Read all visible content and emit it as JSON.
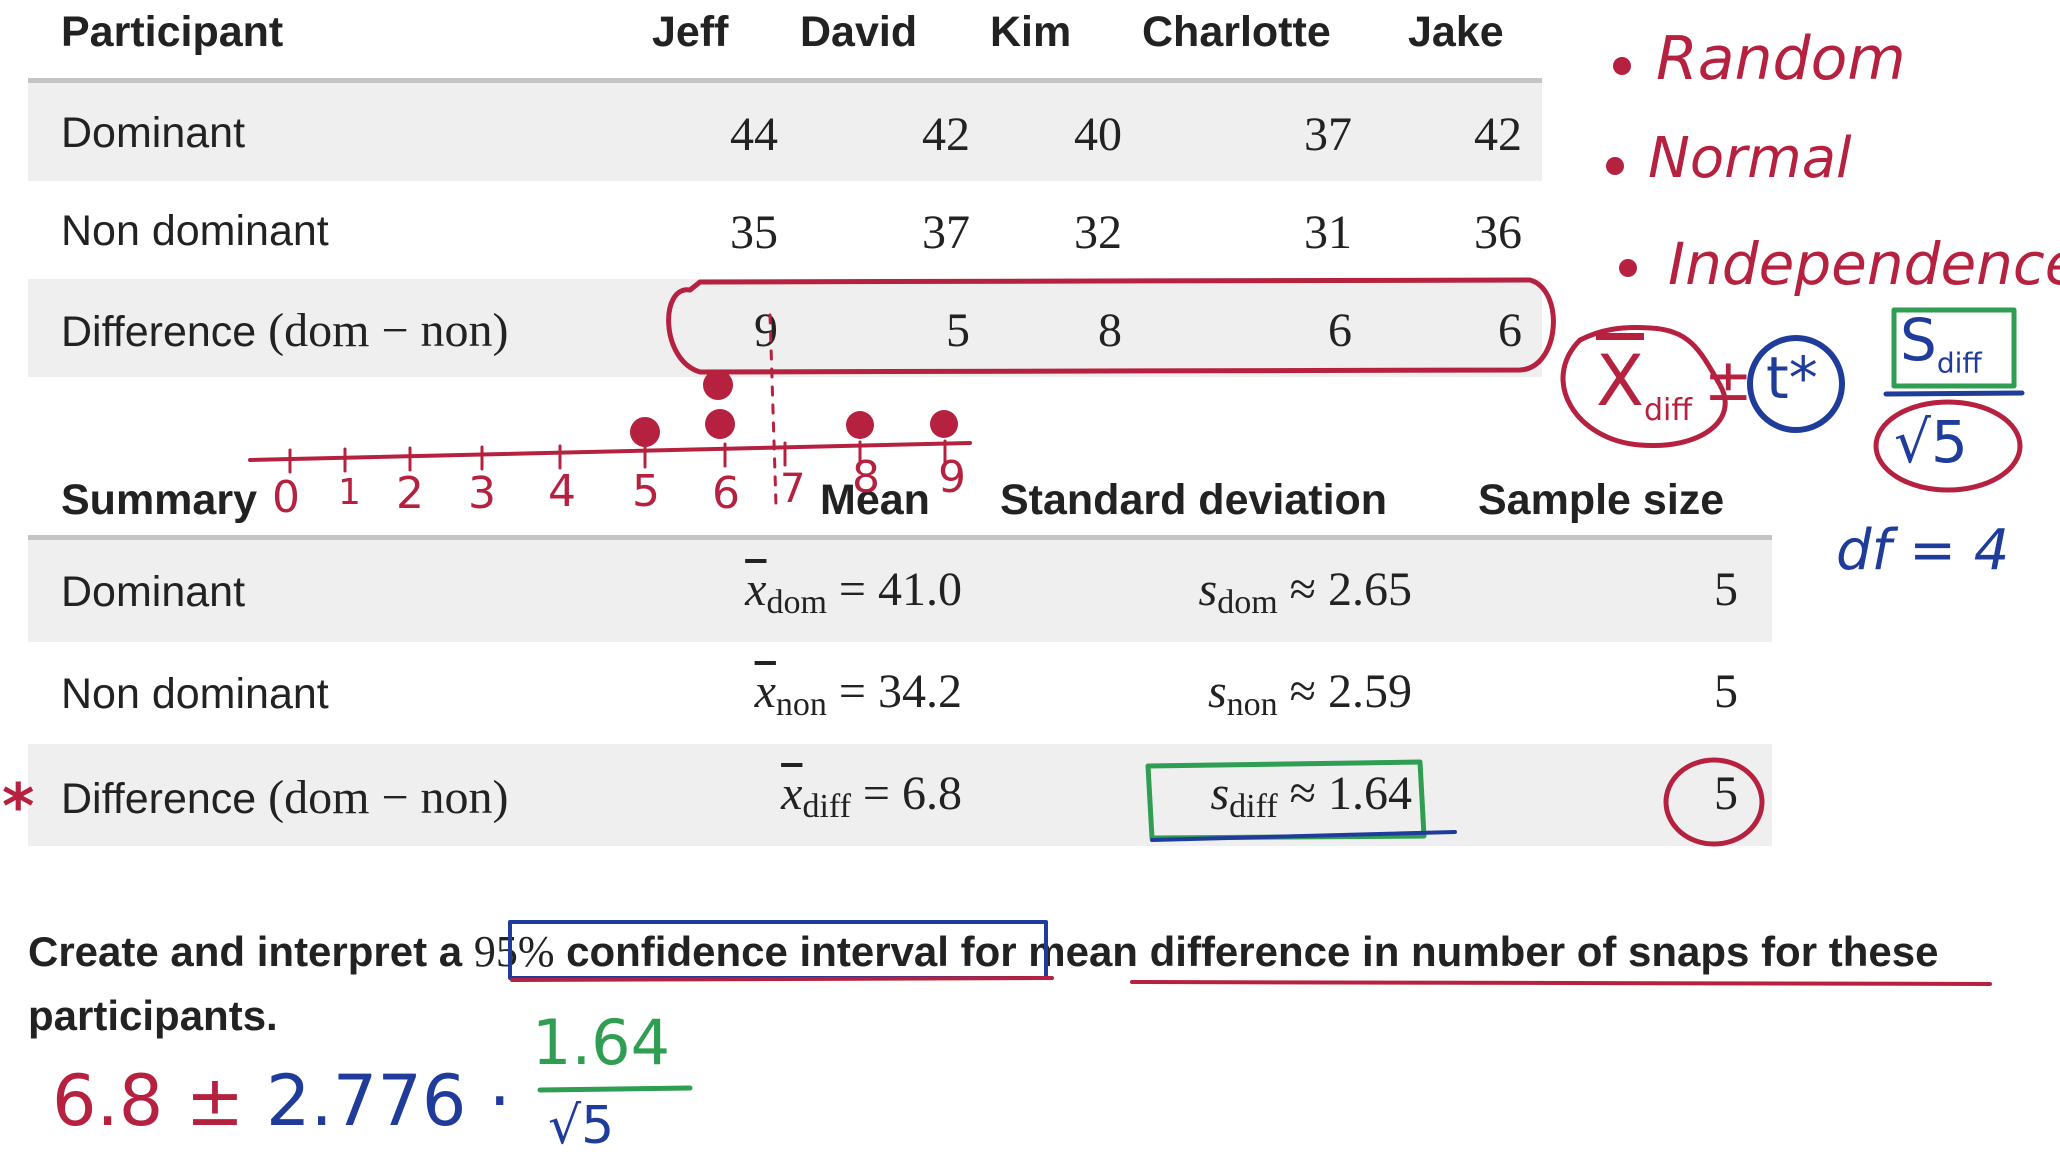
{
  "table1": {
    "headers": [
      "Participant",
      "Jeff",
      "David",
      "Kim",
      "Charlotte",
      "Jake"
    ],
    "rows": [
      {
        "label": "Dominant",
        "values": [
          "44",
          "42",
          "40",
          "37",
          "42"
        ]
      },
      {
        "label": "Non dominant",
        "values": [
          "35",
          "37",
          "32",
          "31",
          "36"
        ]
      },
      {
        "label_text": "Difference",
        "label_expr": "(dom − non)",
        "values": [
          "9",
          "5",
          "8",
          "6",
          "6"
        ]
      }
    ]
  },
  "table2": {
    "headers": [
      "Summary",
      "Mean",
      "Standard deviation",
      "Sample size"
    ],
    "rows": [
      {
        "label": "Dominant",
        "mean_sub": "dom",
        "mean_val": "= 41.0",
        "sd_sub": "dom",
        "sd_val": "≈ 2.65",
        "n": "5"
      },
      {
        "label": "Non dominant",
        "mean_sub": "non",
        "mean_val": "= 34.2",
        "sd_sub": "non",
        "sd_val": "≈ 2.59",
        "n": "5"
      },
      {
        "label_text": "Difference",
        "label_expr": "(dom − non)",
        "mean_sub": "diff",
        "mean_val": "= 6.8",
        "sd_sub": "diff",
        "sd_val": "≈ 1.64",
        "n": "5"
      }
    ]
  },
  "prompt": {
    "part1": "Create and interpret a",
    "pct": "95%",
    "part2": "confidence interval",
    "part3": "for mean difference in number of snaps for these participants."
  },
  "annotations": {
    "conditions": [
      "Random",
      "Normal",
      "Independence"
    ],
    "df": "df = 4",
    "formula": {
      "xbar": "X",
      "xbar_sub": "diff",
      "pm": "±",
      "tstar": "t*",
      "s": "S",
      "s_sub": "diff",
      "root": "√5"
    },
    "number_line_labels": [
      "0",
      "1",
      "2",
      "3",
      "4",
      "5",
      "6",
      "7",
      "8",
      "9"
    ],
    "calc": {
      "mean": "6.8 ±",
      "t": "2.776 ·",
      "num": "1.64",
      "den": "√5"
    },
    "star": "*"
  },
  "colors": {
    "red_ink": "#b5213f",
    "blue_ink": "#1f3c9a",
    "green_ink": "#2f9e52",
    "row_shade": "#efefef",
    "rule": "#c4c4c4"
  }
}
